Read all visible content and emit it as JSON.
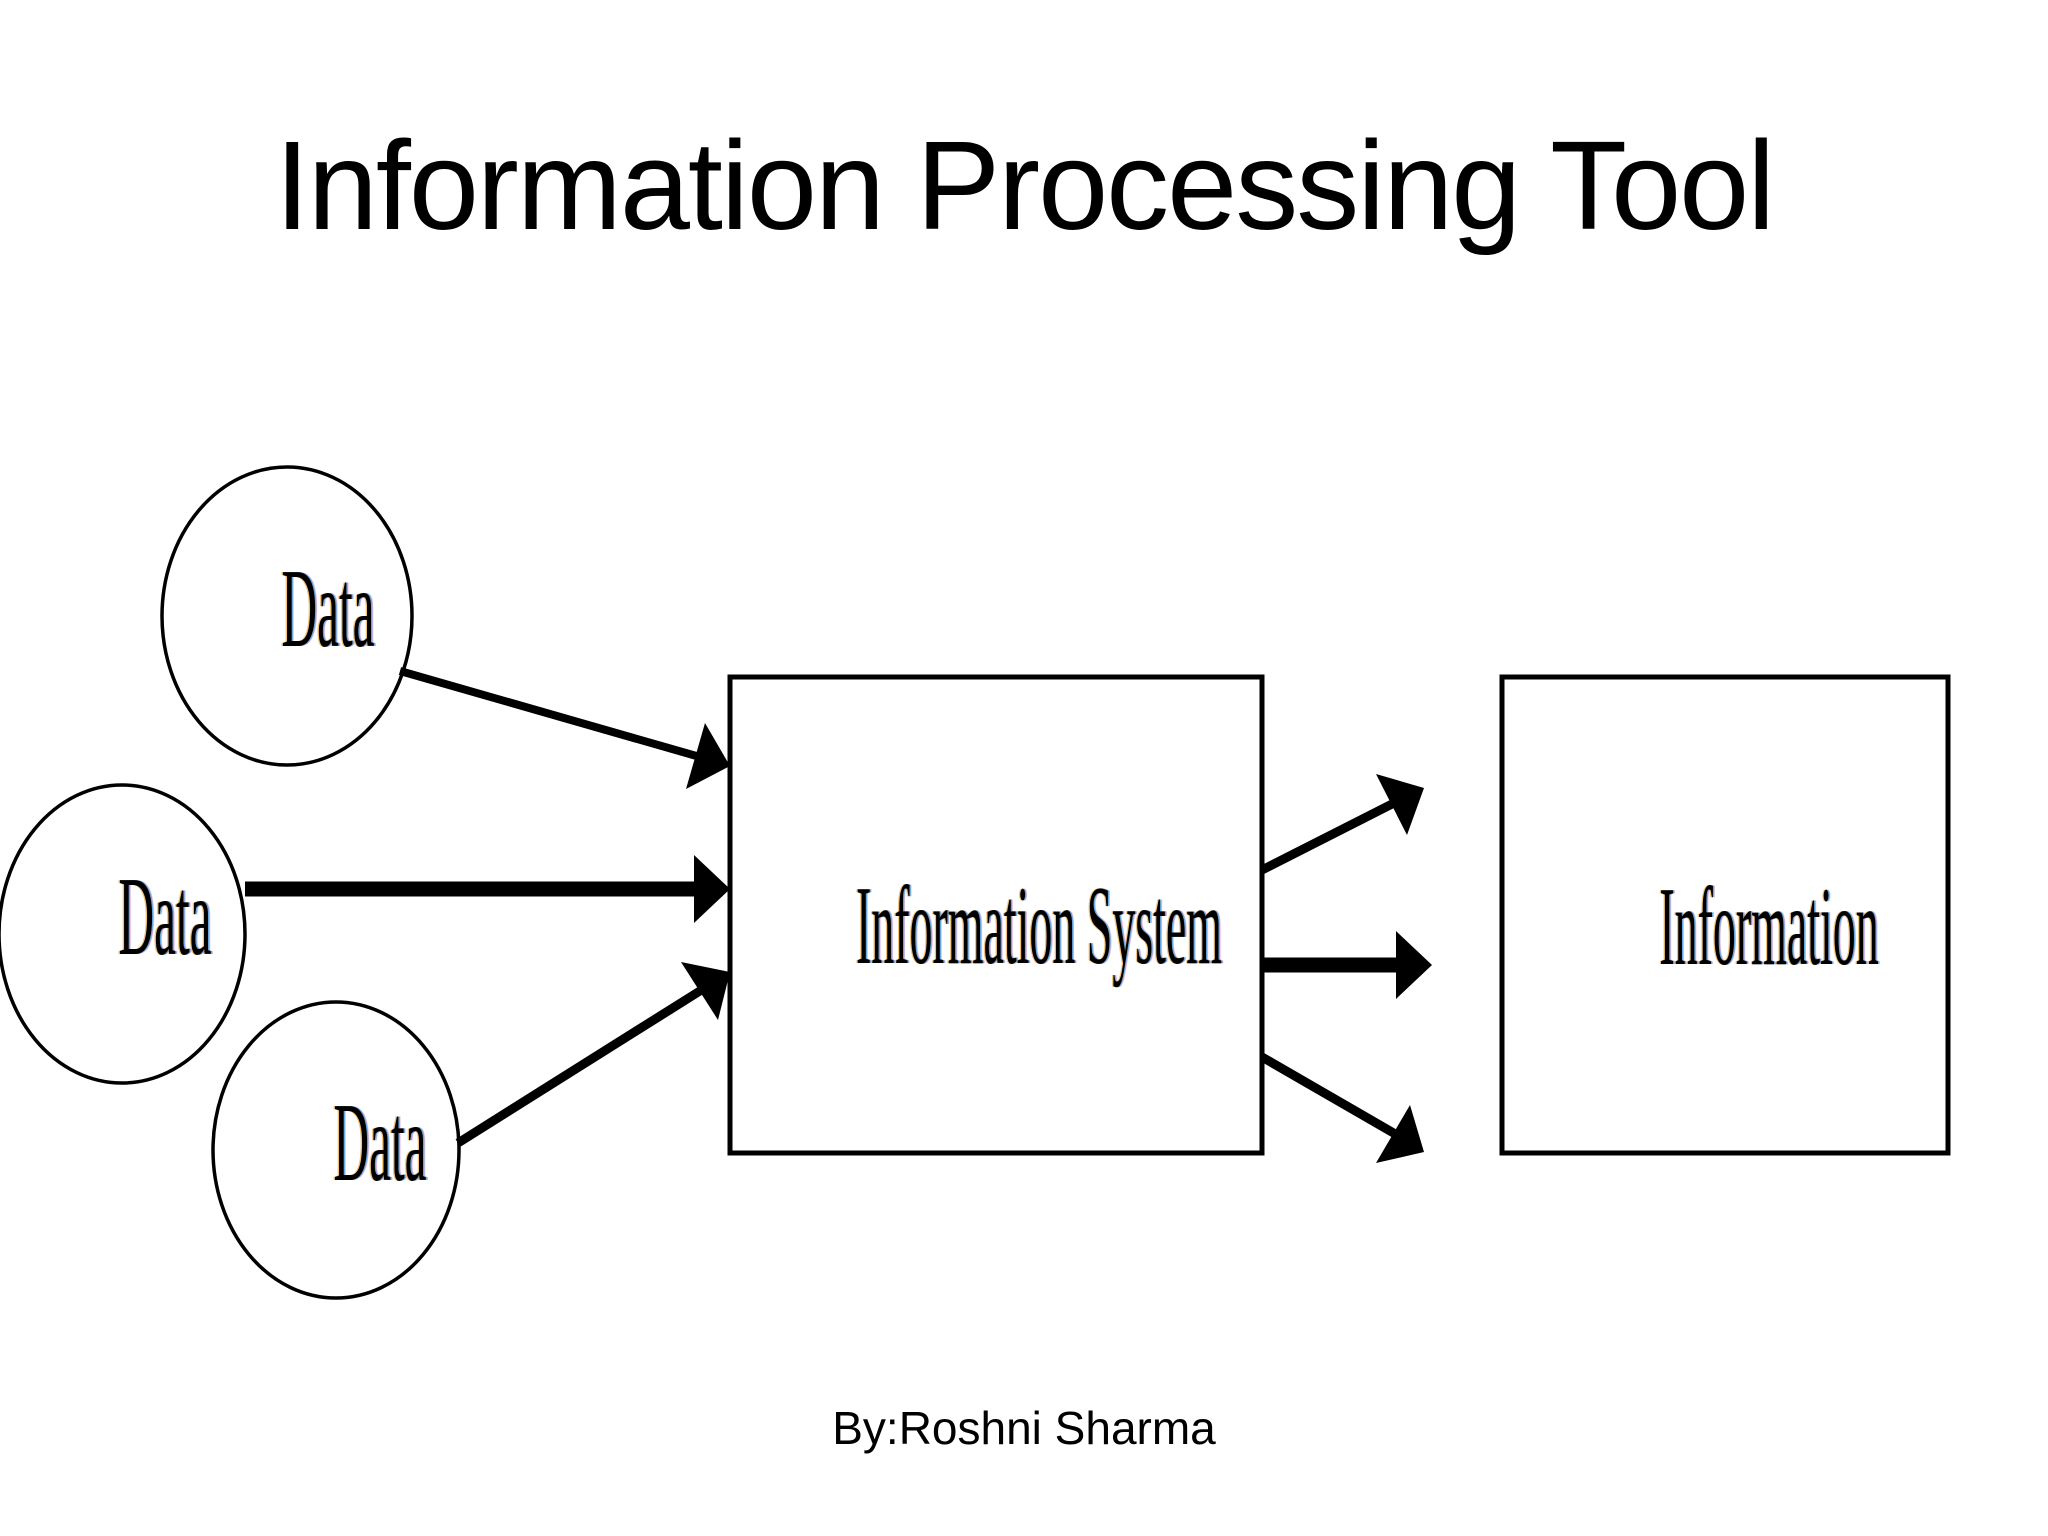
{
  "slide": {
    "title": "Information Processing Tool",
    "footer": "By:Roshni Sharma",
    "diagram": {
      "inputs": [
        {
          "label": "Data"
        },
        {
          "label": "Data"
        },
        {
          "label": "Data"
        }
      ],
      "process": {
        "label": "Information System"
      },
      "output": {
        "label": "Information"
      }
    },
    "colors": {
      "ink": "#000000",
      "background": "#ffffff"
    }
  }
}
